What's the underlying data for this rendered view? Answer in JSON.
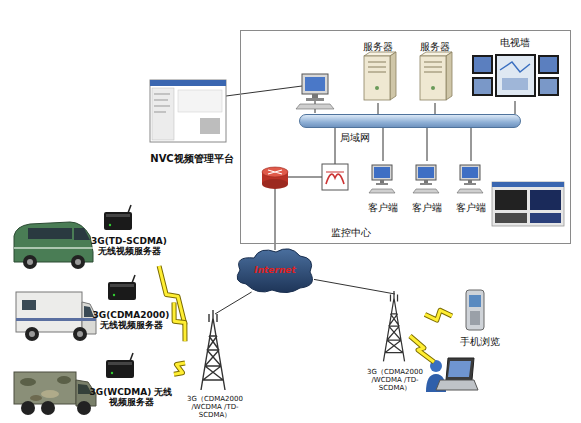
{
  "diagram": {
    "nodes": [
      {
        "text": [
          "监控中心"
        ]
      },
      {
        "text": [
          "服务器"
        ],
        "in": 0
      },
      {
        "text": [
          "服务器"
        ],
        "in": 0
      },
      {
        "text": [
          "电视墙"
        ],
        "in": 0
      },
      {
        "text": [
          "局域网"
        ],
        "in": 0
      },
      {
        "text": [
          "客户端"
        ],
        "in": 0
      },
      {
        "text": [
          "客户端"
        ],
        "in": 0
      },
      {
        "text": [
          "客户端"
        ],
        "in": 0
      },
      {
        "text": [
          "NVC视频管理平台"
        ]
      },
      {
        "text": [
          "Internet"
        ]
      },
      {
        "text": [
          "3G(TD-SCDMA) 无线视频服务器"
        ]
      },
      {
        "text": [
          "3G(CDMA2000) 无线视频服务器"
        ]
      },
      {
        "text": [
          "3G(WCDMA) 无线视频服务器"
        ]
      },
      {
        "text": [
          "3G（CDMA2000 /WCDMA /TD-SCDMA）"
        ]
      },
      {
        "text": [
          "3G（CDMA2000 /WCDMA /TD-SCDMA）"
        ]
      },
      {
        "text": [
          "手机浏览"
        ]
      }
    ],
    "edges": [
      {
        "from": 1,
        "to": 4,
        "arrow": "none"
      },
      {
        "from": 2,
        "to": 4,
        "arrow": "none"
      },
      {
        "from": 3,
        "to": 4,
        "arrow": "none"
      },
      {
        "from": 5,
        "to": 4,
        "arrow": "none"
      },
      {
        "from": 6,
        "to": 4,
        "arrow": "none"
      },
      {
        "from": 7,
        "to": 4,
        "arrow": "none"
      },
      {
        "from": 9,
        "to": 0,
        "arrow": "none"
      },
      {
        "from": 13,
        "to": 9,
        "arrow": "none"
      },
      {
        "from": 14,
        "to": 9,
        "arrow": "none"
      },
      {
        "from": 10,
        "to": 13,
        "arrow": "none"
      },
      {
        "from": 11,
        "to": 13,
        "arrow": "none"
      },
      {
        "from": 12,
        "to": 13,
        "arrow": "none"
      },
      {
        "from": 14,
        "to": 15,
        "arrow": "none"
      }
    ]
  }
}
